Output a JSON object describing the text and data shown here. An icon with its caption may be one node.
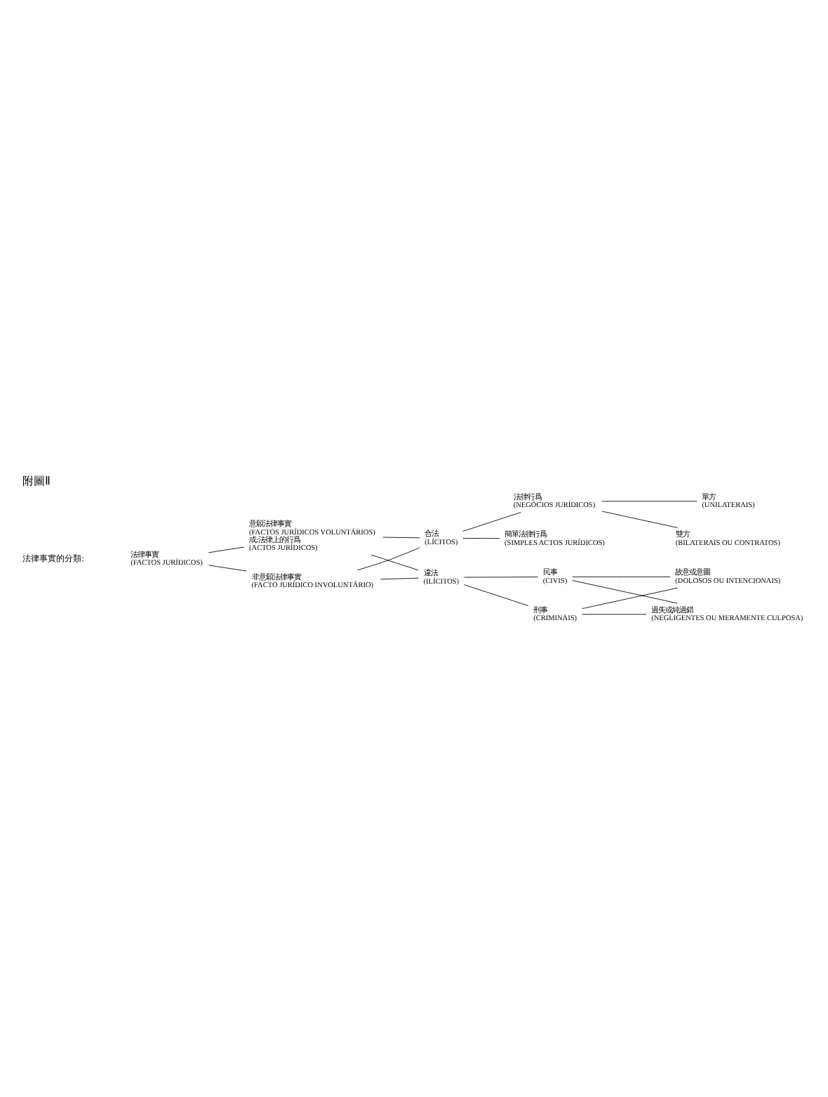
{
  "diagram": {
    "title": "附圖Ⅱ",
    "nodes": [
      {
        "text": [
          "法律事實",
          "(FACTOS JURÍDICOS)"
        ]
      },
      {
        "text": [
          "意願法律事實",
          "(FACTOS JURÍDICOS VOLUNTÁRIOS)",
          "或:法律上的行爲",
          "(ACTOS JURÍDICOS)"
        ]
      },
      {
        "text": [
          "非意願法律事實",
          "(FACTO JURÍDICO INVOLUNTÁRIO)"
        ]
      },
      {
        "text": [
          "合法",
          "(LÍCITOS)"
        ]
      },
      {
        "text": [
          "違法",
          "(ILÍCITOS)"
        ]
      },
      {
        "text": [
          "法律行爲",
          "(NEGÓCIOS JURÍDICOS)"
        ]
      },
      {
        "text": [
          "簡單法律行爲",
          "(SIMPLES ACTOS JURÍDICOS)"
        ]
      },
      {
        "text": [
          "單方",
          "(UNILATERAIS)"
        ]
      },
      {
        "text": [
          "雙方",
          "(BILATERAIS OU CONTRATOS)"
        ]
      },
      {
        "text": [
          "民事",
          "(CIVIS)"
        ]
      },
      {
        "text": [
          "刑事",
          "(CRIMINAIS)"
        ]
      },
      {
        "text": [
          "故意或意圖",
          "(DOLOSOS OU INTENCIONAIS)"
        ]
      },
      {
        "text": [
          "過失或純過錯",
          "(NEGLIGENTES OU MERAMENTE CULPOSA)"
        ]
      }
    ],
    "edges": [
      {
        "from": 0,
        "to": 1,
        "arrow": "none"
      },
      {
        "from": 0,
        "to": 2,
        "arrow": "none"
      },
      {
        "from": 1,
        "to": 3,
        "arrow": "none"
      },
      {
        "from": 1,
        "to": 4,
        "arrow": "none"
      },
      {
        "from": 2,
        "to": 3,
        "arrow": "none"
      },
      {
        "from": 2,
        "to": 4,
        "arrow": "none"
      },
      {
        "from": 3,
        "to": 5,
        "arrow": "none"
      },
      {
        "from": 3,
        "to": 6,
        "arrow": "none"
      },
      {
        "from": 5,
        "to": 7,
        "arrow": "none"
      },
      {
        "from": 5,
        "to": 8,
        "arrow": "none"
      },
      {
        "from": 4,
        "to": 9,
        "arrow": "none"
      },
      {
        "from": 4,
        "to": 10,
        "arrow": "none"
      },
      {
        "from": 9,
        "to": 11,
        "arrow": "none"
      },
      {
        "from": 9,
        "to": 12,
        "arrow": "none"
      },
      {
        "from": 10,
        "to": 11,
        "arrow": "none"
      },
      {
        "from": 10,
        "to": 12,
        "arrow": "none"
      }
    ],
    "labels": [
      "法律事實的分類:"
    ]
  }
}
